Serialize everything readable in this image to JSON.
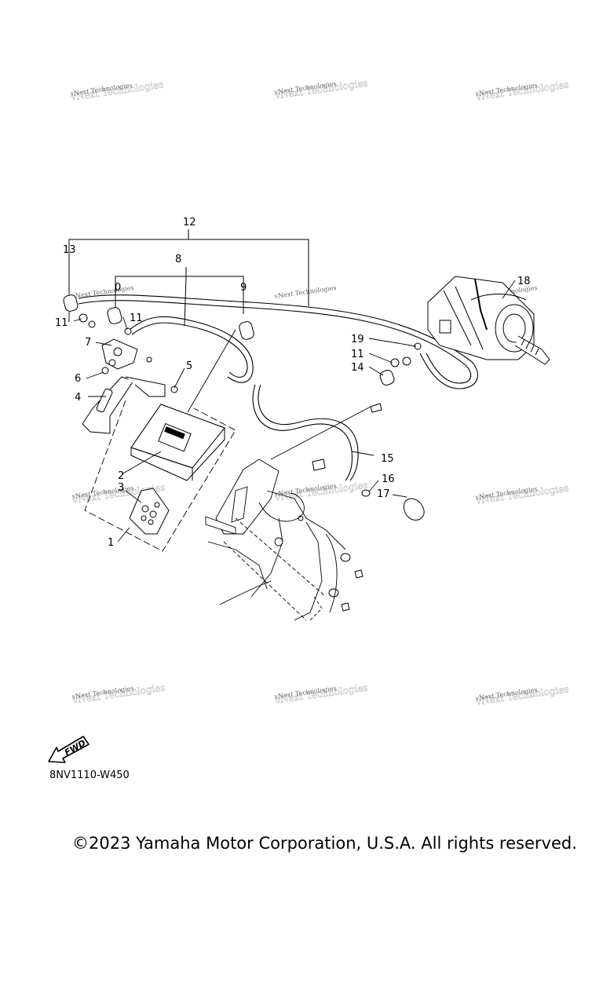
{
  "watermark": "vNext Technologies",
  "callouts": {
    "c1": "1",
    "c2": "2",
    "c3": "3",
    "c4": "4",
    "c5": "5",
    "c6": "6",
    "c7": "7",
    "c8": "8",
    "c9": "9",
    "c10": "0",
    "c11a": "11",
    "c11b": "11",
    "c11c": "11",
    "c12": "12",
    "c13": "13",
    "c14": "14",
    "c15": "15",
    "c16": "16",
    "c17": "17",
    "c18": "18",
    "c19": "19"
  },
  "fwd_label": "FWD",
  "drawing_code": "8NV1110-W450",
  "copyright": "©2023 Yamaha Motor Corporation, U.S.A. All rights reserved."
}
